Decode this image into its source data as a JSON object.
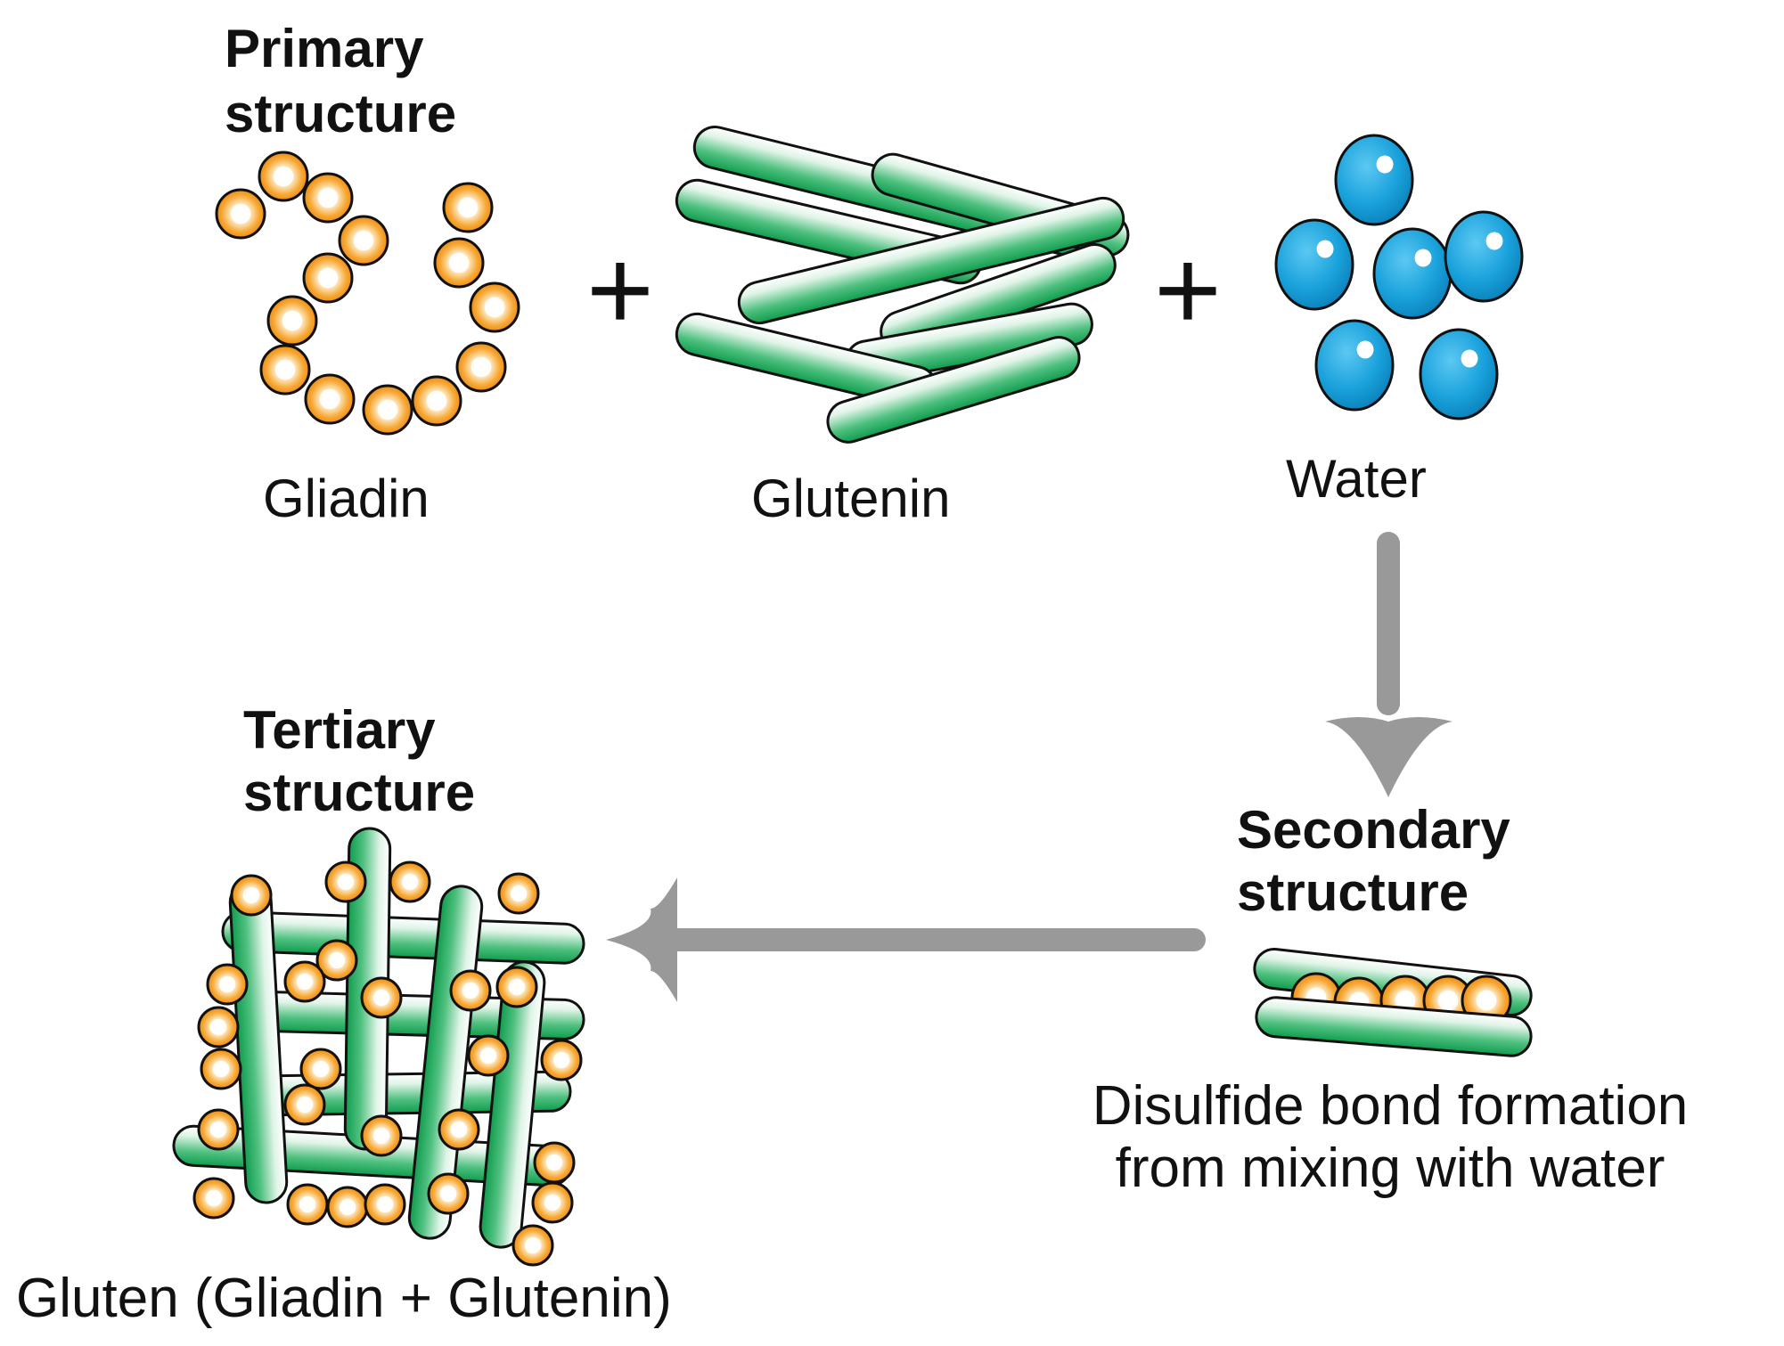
{
  "primary": {
    "heading_line1": "Primary",
    "heading_line2": "structure",
    "gliadin_label": "Gliadin",
    "plus_1": "+",
    "glutenin_label": "Glutenin",
    "plus_2": "+",
    "water_label": "Water"
  },
  "secondary": {
    "heading_line1": "Secondary",
    "heading_line2": "structure",
    "caption_line1": "Disulfide bond formation",
    "caption_line2": "from mixing with water"
  },
  "tertiary": {
    "heading_line1": "Tertiary",
    "heading_line2": "structure",
    "caption": "Gluten (Gliadin + Glutenin)"
  },
  "colors": {
    "gliadin_bead": "#f39c1f",
    "glutenin_rod": "#1fae5b",
    "water_drop": "#1a9fd8",
    "arrow": "#999999"
  }
}
